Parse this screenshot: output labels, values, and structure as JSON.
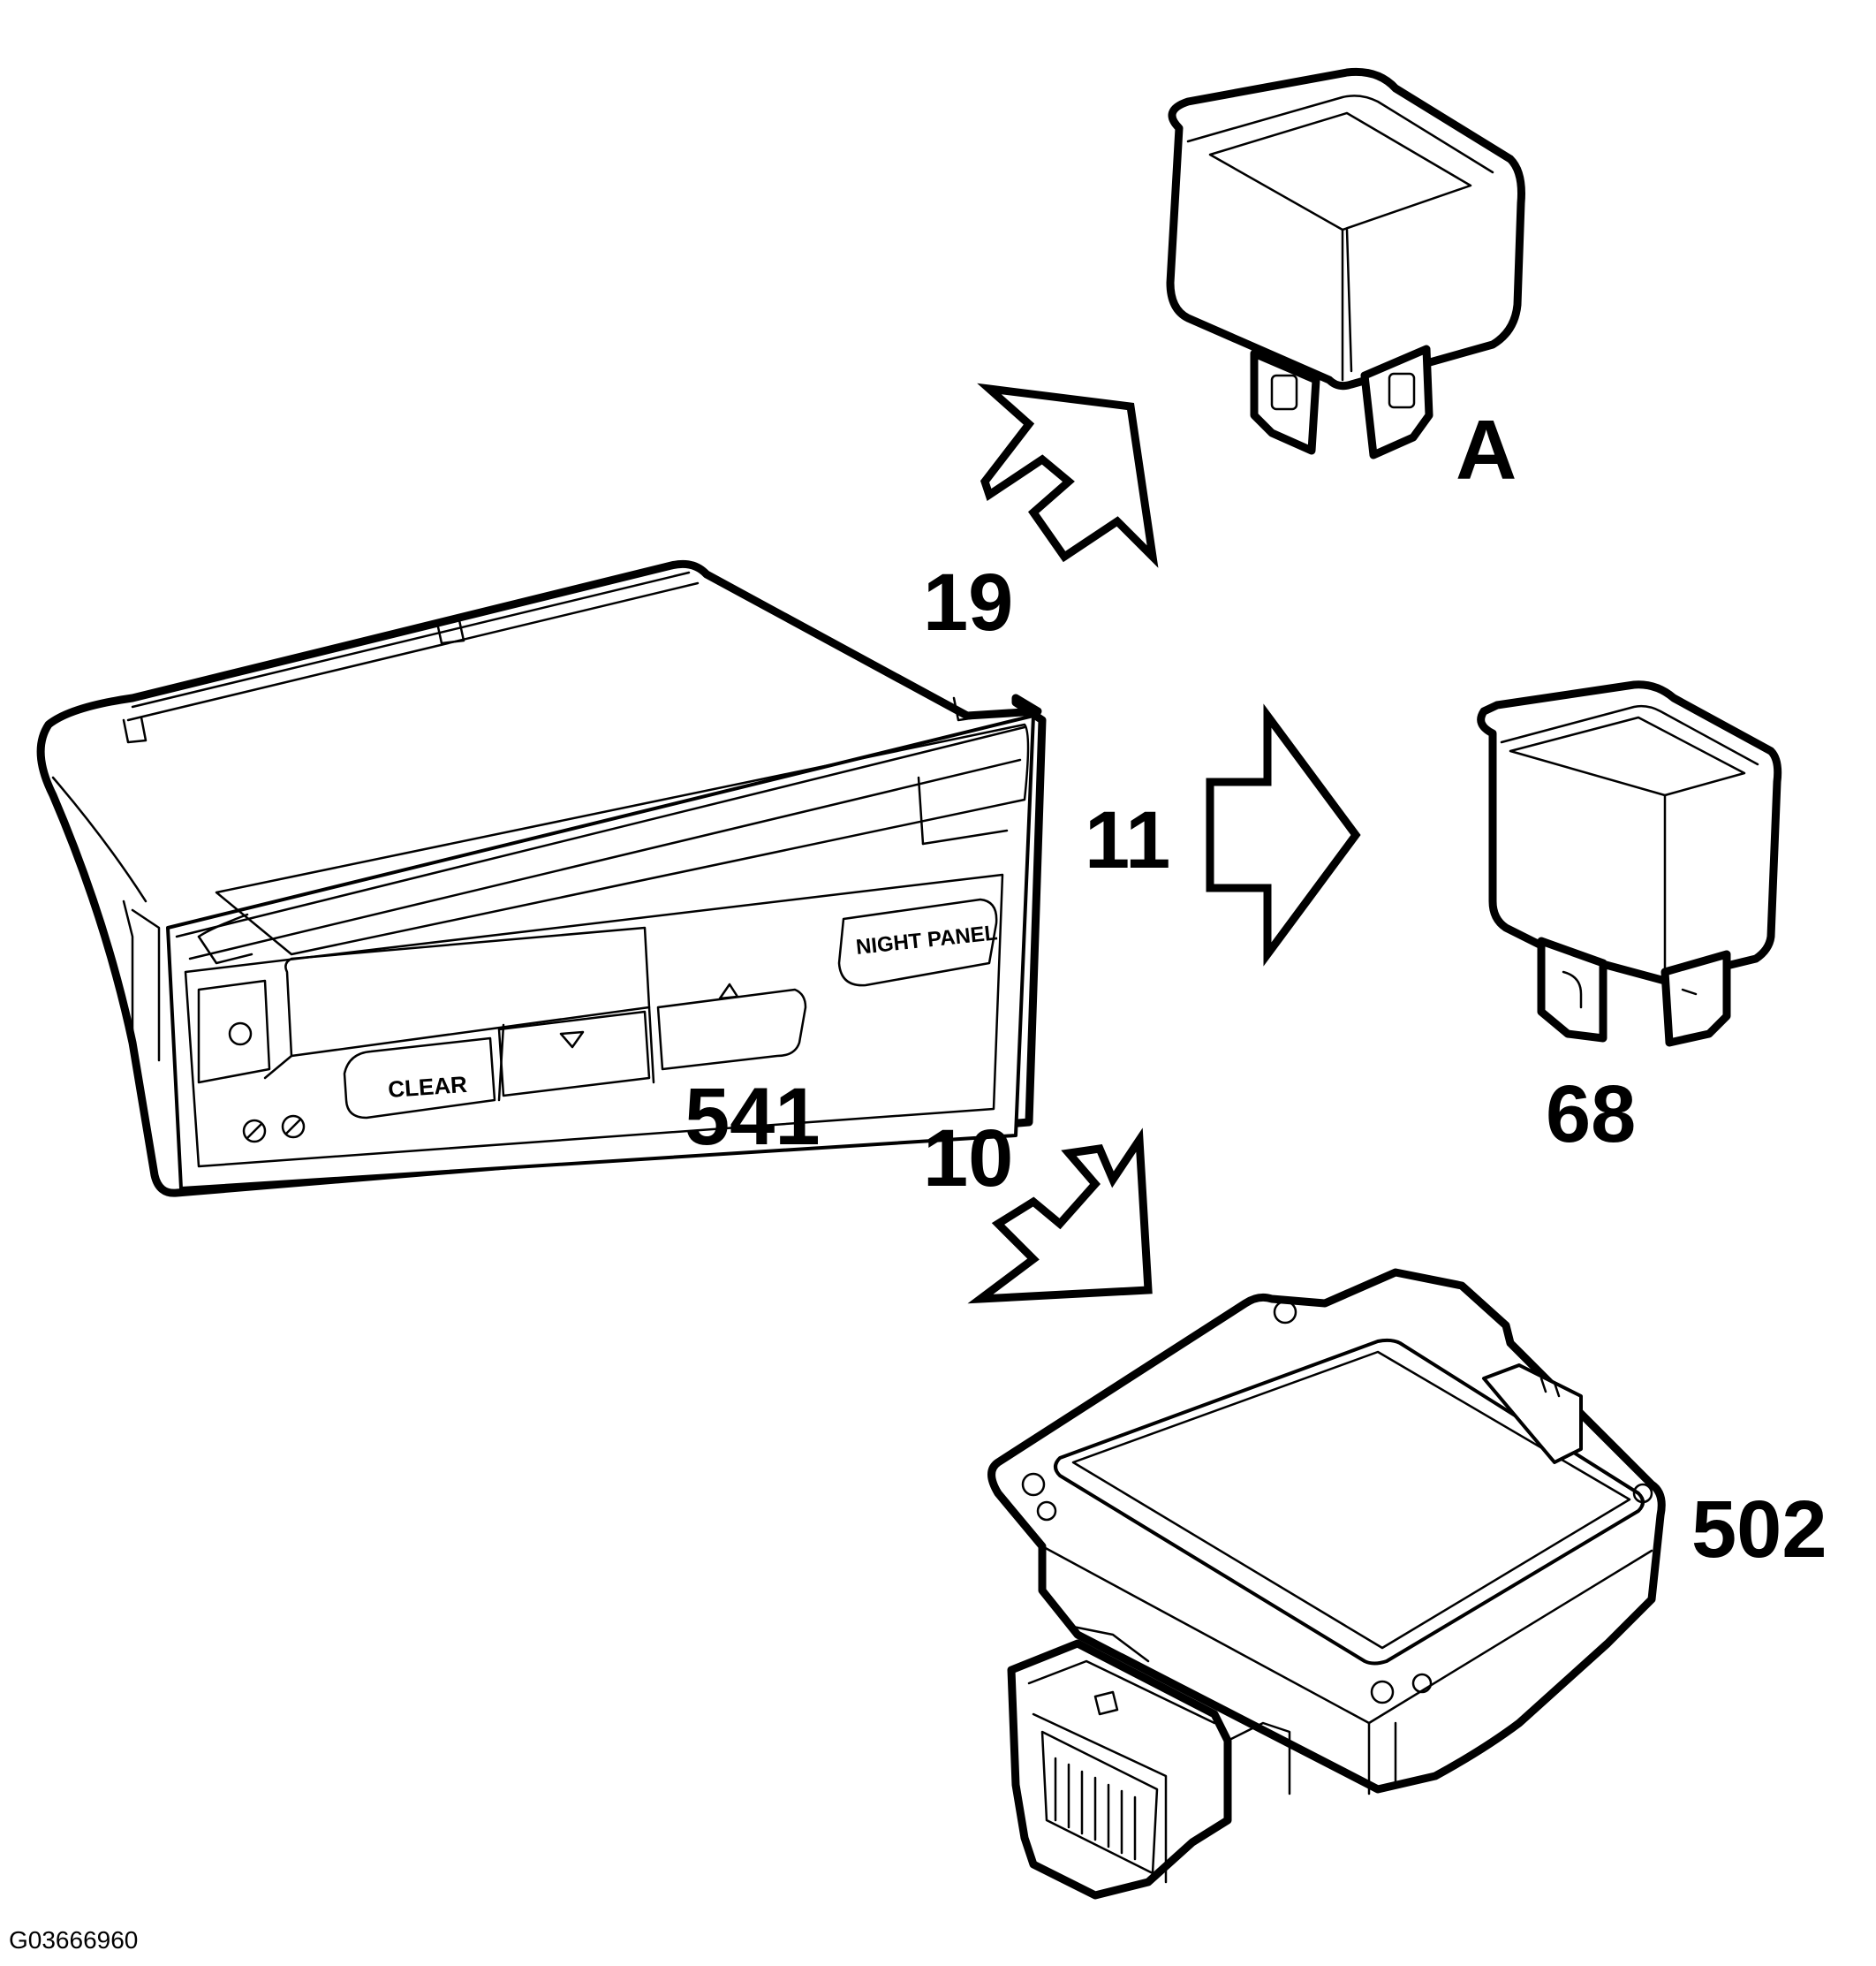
{
  "components": {
    "module_541": {
      "callout": "541",
      "buttons": {
        "clear": "CLEAR",
        "night_panel": "NIGHT PANEL",
        "down_icon": "triangle-down-icon",
        "up_icon": "triangle-up-icon"
      }
    },
    "relay_a": {
      "callout": "19",
      "letter": "A"
    },
    "relay_68": {
      "callout_arrow": "11",
      "callout": "68"
    },
    "module_502": {
      "callout_arrow": "10",
      "callout": "502"
    }
  },
  "figure_code": "G03666960"
}
